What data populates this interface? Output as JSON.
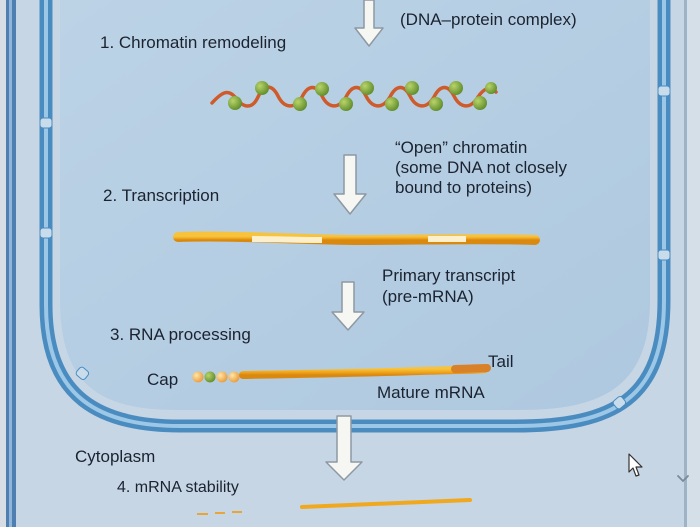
{
  "steps": {
    "s1": "1. Chromatin remodeling",
    "s2": "2. Transcription",
    "s3": "3. RNA processing",
    "s4": "4. mRNA stability"
  },
  "notes": {
    "complex": "(DNA–protein complex)",
    "open_1": "“Open” chromatin",
    "open_2": "(some DNA not closely",
    "open_3": "bound to proteins)",
    "primary_1": "Primary transcript",
    "primary_2": "(pre-mRNA)",
    "cap": "Cap",
    "tail": "Tail",
    "mature": "Mature mRNA",
    "cytoplasm": "Cytoplasm"
  },
  "colors": {
    "nucleus": "#b7cfe3",
    "envelope": "#4f90c2",
    "dna_strand": "#d15a2e",
    "histone": "#7ea83b",
    "transcript": "#f0a81e",
    "tail": "#d9822a",
    "arrow_fill": "#f4f4f0"
  }
}
